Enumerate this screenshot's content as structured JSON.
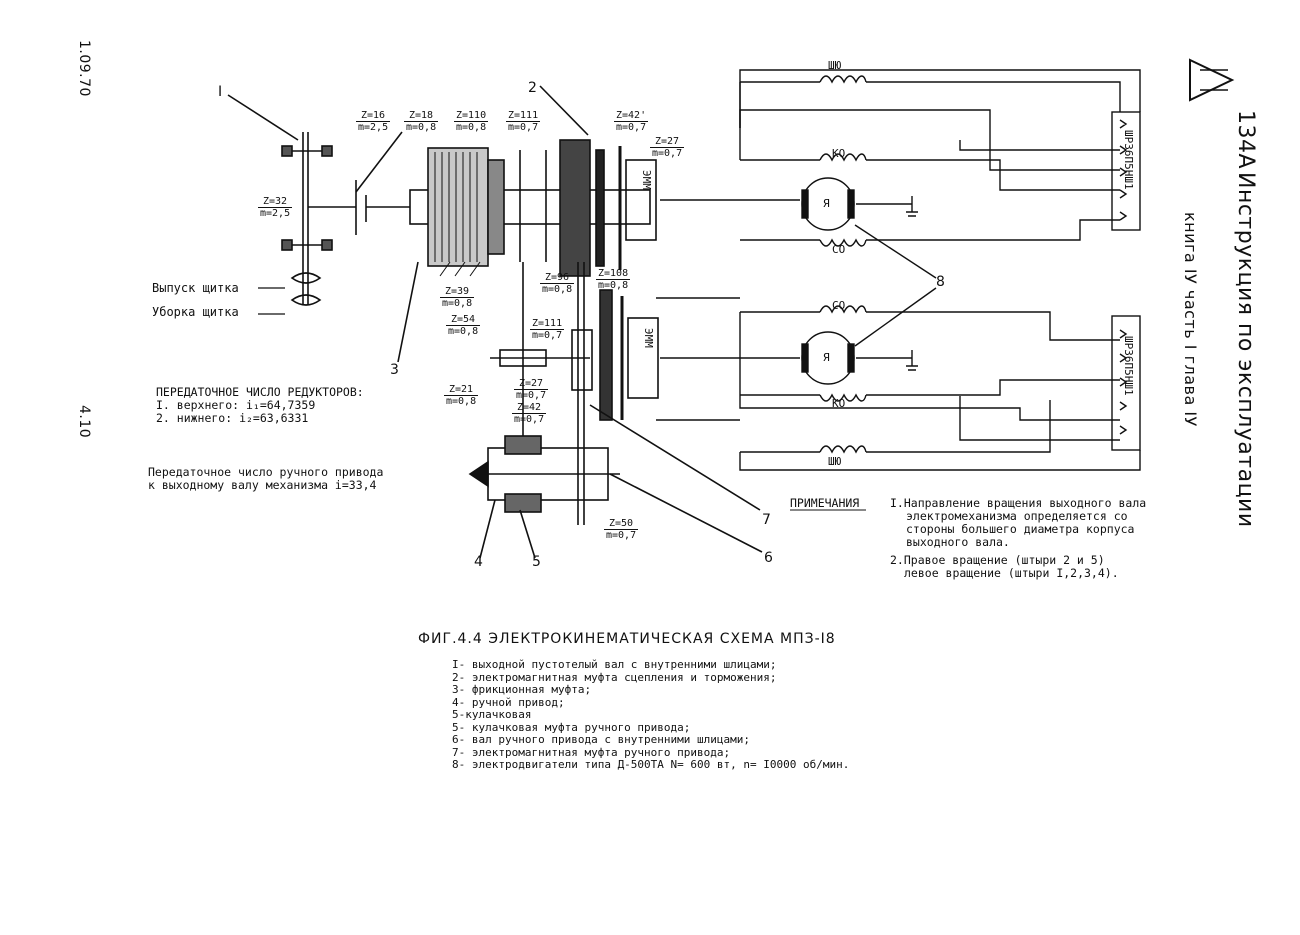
{
  "side": {
    "date": "1.09.70",
    "page": "4.10",
    "doc_number": "134A",
    "doc_title": "Инструкция по эксплуатации",
    "doc_subtitle": "книга IУ часть I глава IУ"
  },
  "gear_labels": {
    "z16": {
      "t": "Z=16",
      "b": "m=2,5"
    },
    "z18": {
      "t": "Z=18",
      "b": "m=0,8"
    },
    "z110": {
      "t": "Z=110",
      "b": "m=0,8"
    },
    "z111a": {
      "t": "Z=111",
      "b": "m=0,7"
    },
    "z42a": {
      "t": "Z=42'",
      "b": "m=0,7"
    },
    "z27a": {
      "t": "Z=27",
      "b": "m=0,7"
    },
    "z32": {
      "t": "Z=32",
      "b": "m=2,5"
    },
    "z96": {
      "t": "Z=96",
      "b": "m=0,8"
    },
    "z108": {
      "t": "Z=108",
      "b": "m=0,8"
    },
    "z39": {
      "t": "Z=39",
      "b": "m=0,8"
    },
    "z54": {
      "t": "Z=54",
      "b": "m=0,8"
    },
    "z111b": {
      "t": "Z=111",
      "b": "m=0,7"
    },
    "z21": {
      "t": "Z=21",
      "b": "m=0,8"
    },
    "z27b": {
      "t": "Z=27",
      "b": "m=0,7"
    },
    "z42b": {
      "t": "Z=42",
      "b": "m=0,7"
    },
    "z50": {
      "t": "Z=50",
      "b": "m=0,7"
    }
  },
  "callouts": {
    "c1": "I",
    "c2": "2",
    "c3": "3",
    "c4": "4",
    "c5": "5",
    "c6": "6",
    "c7": "7",
    "c8": "8"
  },
  "electrical": {
    "sh_top": "ШЮ",
    "ko_top": "КО",
    "co_top": "СО",
    "motor_top": "Я",
    "emm_top": "ЭММ",
    "connector_top": "ШРЗ6П5НШ1",
    "co_bottom": "СО",
    "ko_bottom": "КО",
    "motor_bottom": "Я",
    "emm_bottom": "ЭММ",
    "connector_bottom": "ШРЗ6П5НШ1",
    "sh_bottom": "ШЮ"
  },
  "flap": {
    "release": "Выпуск щитка",
    "retract": "Уборка щитка"
  },
  "ratios": {
    "heading": "ПЕРЕДАТОЧНОЕ ЧИСЛО РЕДУКТОРОВ:",
    "upper": "I. верхнего: i₁=64,7359",
    "lower": "2. нижнего:  i₂=63,6331",
    "manual_1": "Передаточное число ручного привода",
    "manual_2": "к выходному валу механизма  i=33,4"
  },
  "notes": {
    "heading": "ПРИМЕЧАНИЯ",
    "n1_1": "I.Направление вращения выходного вала",
    "n1_2": "электромеханизма определяется со",
    "n1_3": "стороны большего диаметра корпуса",
    "n1_4": "выходного вала.",
    "n2_1": "2.Правое вращение (штыри 2 и 5)",
    "n2_2": "левое вращение (штыри I,2,3,4)."
  },
  "figure": {
    "title": "ФИГ.4.4  ЭЛЕКТРОКИНЕМАТИЧЕСКАЯ  СХЕМА  МПЗ-I8",
    "legend": [
      "I- выходной пустотелый вал с внутренними шлицами;",
      "2- электромагнитная муфта сцепления и торможения;",
      "3- фрикционная муфта;",
      "4- ручной привод;",
      "5-кулачковая",
      "5- кулачковая муфта ручного привода;",
      "6- вал ручного привода с внутренними шлицами;",
      "7- электромагнитная муфта ручного привода;",
      "8- электродвигатели типа Д-500ТА N= 600 вт,  n= I0000 об/мин."
    ]
  }
}
